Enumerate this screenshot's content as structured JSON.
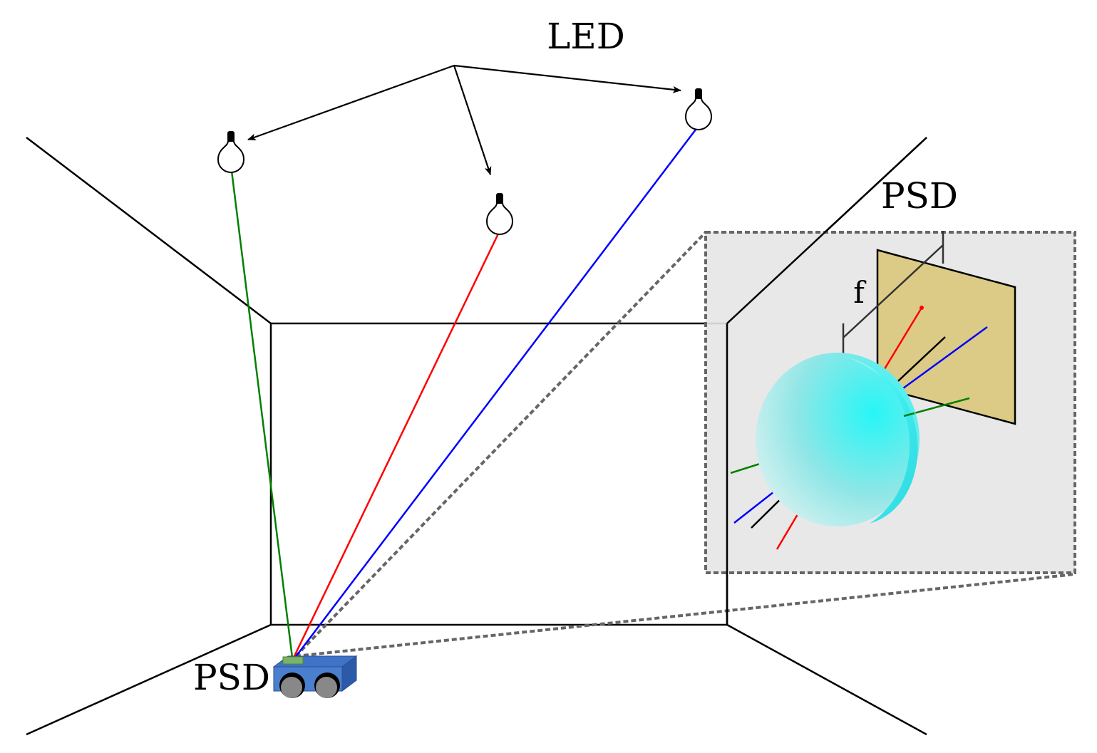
{
  "labels": {
    "led": "LED",
    "psd_inset": "PSD",
    "psd_robot": "PSD",
    "focal_length": "f"
  },
  "colors": {
    "background": "#ffffff",
    "room_lines": "#000000",
    "ray_green": "#008000",
    "ray_red": "#ff0000",
    "ray_blue": "#0000ff",
    "ray_black": "#000000",
    "inset_panel": "#e6e6e6",
    "inset_border": "#666666",
    "psd_plate": "#dccb86",
    "lens": "#3ff3f3",
    "robot_body": "#4a7fd0",
    "robot_wheels": "#888888"
  },
  "icons": {
    "bulb": "light-bulb-icon",
    "robot": "robot-vehicle-icon"
  }
}
